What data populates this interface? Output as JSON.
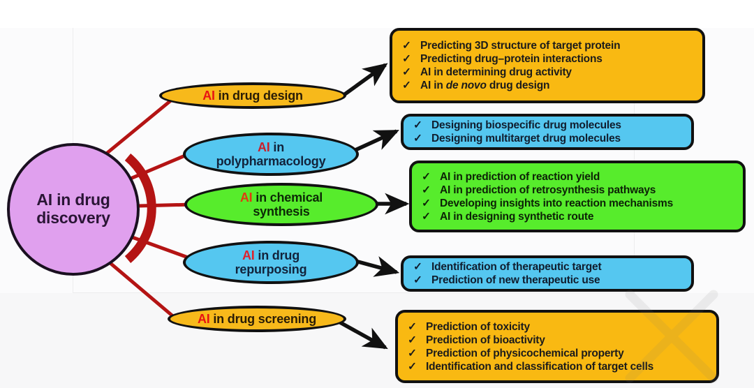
{
  "diagram": {
    "title": "AI in drug discovery",
    "root": {
      "label_line1": "AI in drug",
      "label_line2": "discovery",
      "fill": "#e0a0ee",
      "stroke": "#111111"
    },
    "connector_color": "#b41414",
    "arrow_color": "#111111",
    "branches": [
      {
        "id": "drug-design",
        "node": {
          "prefix": "AI",
          "rest": " in drug design",
          "line2": "",
          "fill": "#f7b91b",
          "text_color": "#2a1d06",
          "prefix_color": "#e81313"
        },
        "panel": {
          "fill": "#f9b912",
          "text_color": "#1b1b1b",
          "check_color": "#2a1d06",
          "items": [
            {
              "text": "Predicting 3D structure of target protein"
            },
            {
              "text": "Predicting drug–protein interactions"
            },
            {
              "text": "AI in determining drug activity"
            },
            {
              "text": "AI in ",
              "italic": "de novo",
              "tail": " drug design"
            }
          ]
        }
      },
      {
        "id": "polypharmacology",
        "node": {
          "prefix": "AI",
          "rest": " in",
          "line2": "polypharmacology",
          "fill": "#55c7f0",
          "text_color": "#12233b",
          "prefix_color": "#c8202b"
        },
        "panel": {
          "fill": "#55c7f0",
          "text_color": "#101d2e",
          "check_color": "#102a3a",
          "items": [
            {
              "text": "Designing biospecific drug molecules"
            },
            {
              "text": "Designing multitarget drug molecules"
            }
          ]
        }
      },
      {
        "id": "chemical-synthesis",
        "node": {
          "prefix": "AI",
          "rest": " in chemical",
          "line2": "synthesis",
          "fill": "#57ec2c",
          "text_color": "#0c2a06",
          "prefix_color": "#e03a12"
        },
        "panel": {
          "fill": "#57ec2c",
          "text_color": "#0c2206",
          "check_color": "#0c2206",
          "items": [
            {
              "text": "AI in prediction of reaction yield"
            },
            {
              "text": "AI in prediction of retrosynthesis pathways"
            },
            {
              "text": "Developing insights into reaction mechanisms"
            },
            {
              "text": "AI in designing synthetic route"
            }
          ]
        }
      },
      {
        "id": "drug-repurposing",
        "node": {
          "prefix": "AI",
          "rest": " in drug",
          "line2": "repurposing",
          "fill": "#55c7f0",
          "text_color": "#12233b",
          "prefix_color": "#e0202b"
        },
        "panel": {
          "fill": "#55c7f0",
          "text_color": "#101d2e",
          "check_color": "#102a3a",
          "items": [
            {
              "text": "Identification of therapeutic target"
            },
            {
              "text": "Prediction of new therapeutic use"
            }
          ]
        }
      },
      {
        "id": "drug-screening",
        "node": {
          "prefix": "AI",
          "rest": " in drug screening",
          "line2": "",
          "fill": "#f7b91b",
          "text_color": "#2a1d06",
          "prefix_color": "#e81313"
        },
        "panel": {
          "fill": "#f9b912",
          "text_color": "#1b1b1b",
          "check_color": "#2a1d06",
          "items": [
            {
              "text": "Prediction of toxicity"
            },
            {
              "text": "Prediction of bioactivity"
            },
            {
              "text": "Prediction of physicochemical property"
            },
            {
              "text": "Identification and classification of target cells"
            }
          ]
        }
      }
    ],
    "check_glyph": "✓"
  }
}
